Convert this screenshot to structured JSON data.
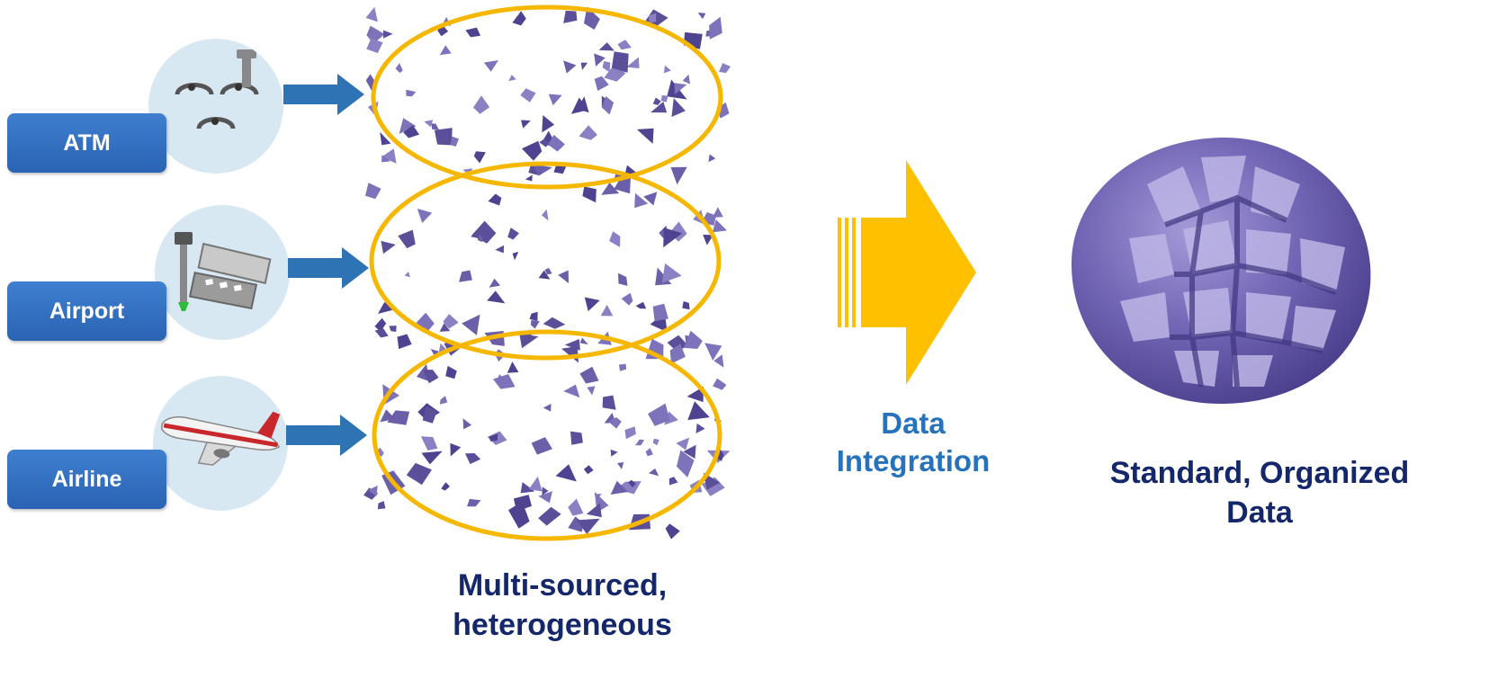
{
  "sources": [
    {
      "label": "ATM",
      "icon": "control-tower-icon"
    },
    {
      "label": "Airport",
      "icon": "airport-icon"
    },
    {
      "label": "Airline",
      "icon": "airplane-icon"
    }
  ],
  "middle": {
    "caption_line1": "Multi-sourced,",
    "caption_line2": "heterogeneous"
  },
  "integration": {
    "label_line1": "Data",
    "label_line2": "Integration"
  },
  "result": {
    "caption_line1": "Standard, Organized",
    "caption_line2": "Data"
  },
  "colors": {
    "label_blue": "#2a63b2",
    "arrow_blue": "#2e74b5",
    "ellipse_gold": "#f5b700",
    "arrow_gold": "#ffc000",
    "fragment_purple": "#6a5fa8",
    "caption_navy": "#14276b",
    "integration_blue": "#2673bb"
  }
}
